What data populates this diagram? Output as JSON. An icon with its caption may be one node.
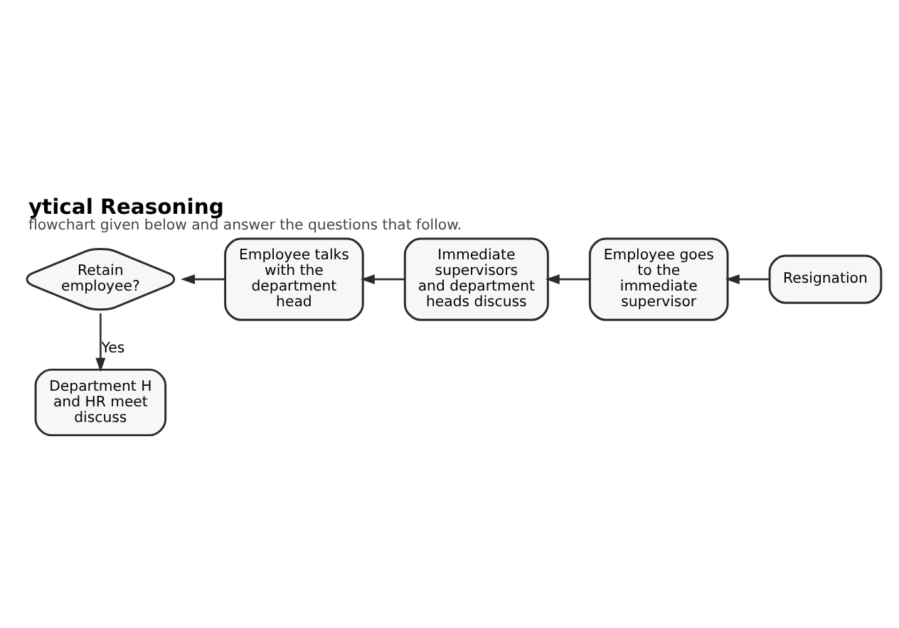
{
  "diagram": {
    "title": "ytical Reasoning",
    "caption": "flowchart given below and answer the questions that follow.",
    "nodes": [
      {
        "text": [
          "Resignation"
        ]
      },
      {
        "text": [
          "Employee goes to the immediate supervisor"
        ]
      },
      {
        "text": [
          "Immediate supervisors and department heads discuss"
        ]
      },
      {
        "text": [
          "Employee talks with the department head"
        ]
      },
      {
        "text": [
          "Retain employee?"
        ]
      },
      {
        "text": [
          "Department H and HR meet discuss"
        ]
      }
    ],
    "edges": [
      {
        "from": 0,
        "to": 1,
        "arrow": "to"
      },
      {
        "from": 1,
        "to": 2,
        "arrow": "to"
      },
      {
        "from": 2,
        "to": 3,
        "arrow": "to"
      },
      {
        "from": 3,
        "to": 4,
        "arrow": "to"
      },
      {
        "from": 4,
        "to": 5,
        "arrow": "to",
        "label": "Yes"
      }
    ]
  }
}
